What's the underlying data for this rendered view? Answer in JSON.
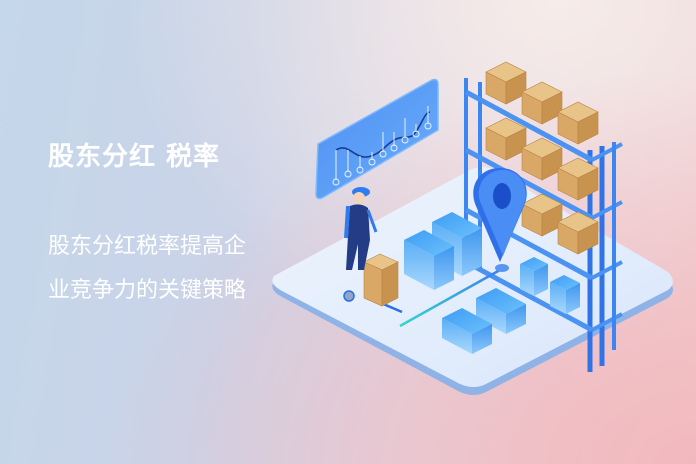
{
  "banner": {
    "title": "股东分红 税率",
    "subtitle_lines": [
      "股东分红税率提高企",
      "业竞争力的关键策略"
    ]
  },
  "illustration": {
    "description": "isometric warehouse: worker with hand truck, shelving with cardboard boxes, location pin, chart panel, blue cubes",
    "colors": {
      "platform": "#e3edfb",
      "platform_edge": "#8fb3e6",
      "primary_blue": "#2f7cf0",
      "box": "#d9a766",
      "cube": "#5fb2f6"
    }
  }
}
